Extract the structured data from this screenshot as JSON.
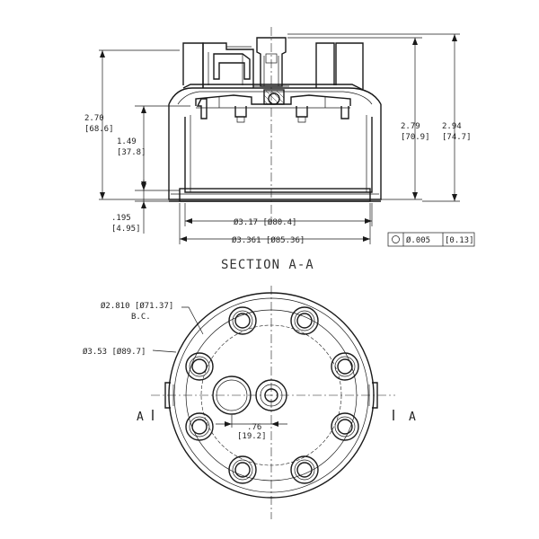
{
  "drawing": {
    "section_title": "SECTION A-A",
    "section_marker": "A",
    "dimensions": {
      "height_2_70": "2.70",
      "height_2_70_mm": "[68.6]",
      "height_1_49": "1.49",
      "height_1_49_mm": "[37.8]",
      "height_2_79": "2.79",
      "height_2_79_mm": "[70.9]",
      "height_2_94": "2.94",
      "height_2_94_mm": "[74.7]",
      "flange_195": ".195",
      "flange_195_mm": "[4.95]",
      "dia_3_17": "Ø3.17 [Ø80.4]",
      "dia_3_361": "Ø3.361 [Ø85.36]",
      "tolerance_value": "Ø.005",
      "tolerance_mm": "[0.13]",
      "bolt_circle": "Ø2.810 [Ø71.37]",
      "bolt_circle_note": "B.C.",
      "dia_3_53": "Ø3.53 [Ø89.7]",
      "offset_76": ".76",
      "offset_76_mm": "[19.2]"
    }
  }
}
